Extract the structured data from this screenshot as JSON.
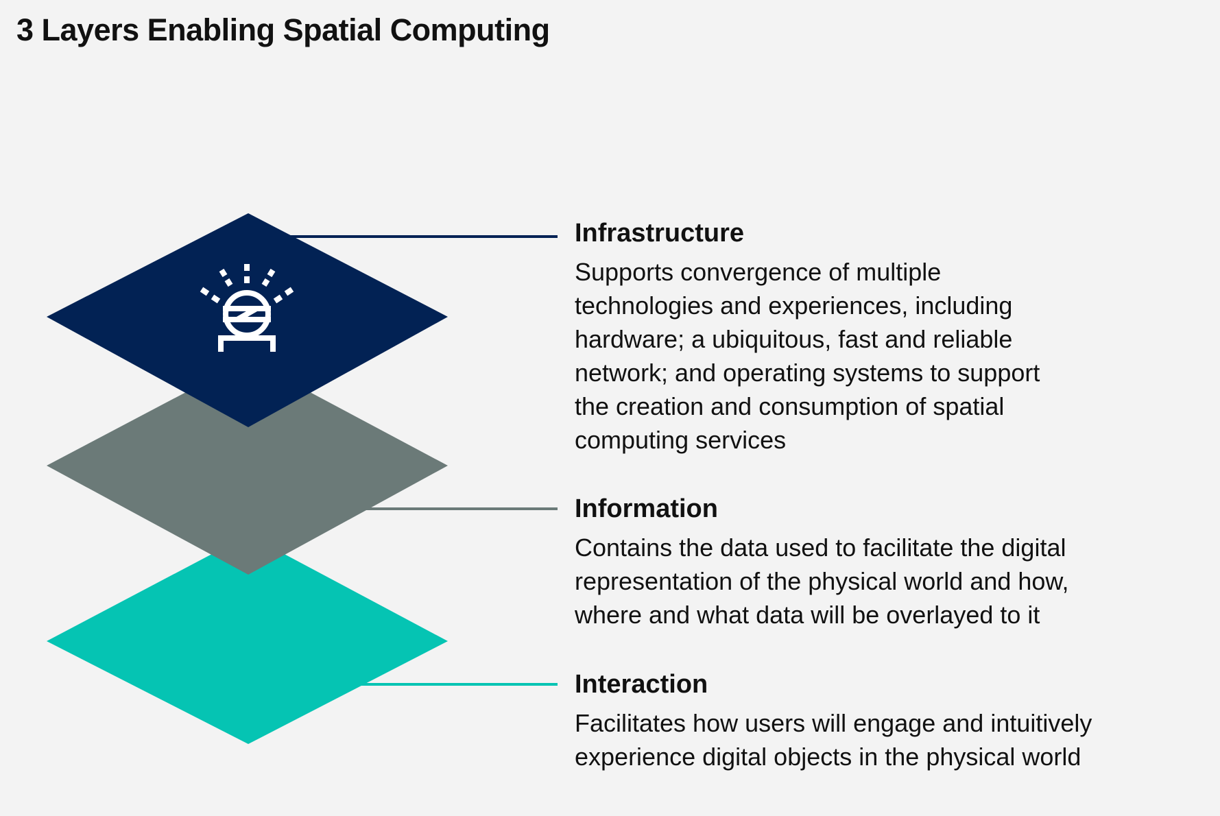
{
  "title": "3 Layers Enabling Spatial Computing",
  "colors": {
    "infrastructure": "#022254",
    "information": "#6b7a78",
    "interaction": "#05c4b3",
    "background": "#f3f3f3",
    "text": "#111111"
  },
  "layers": [
    {
      "name": "Infrastructure",
      "description": "Supports convergence of multiple\ntechnologies and experiences, including\nhardware; a ubiquitous, fast and reliable\nnetwork; and operating systems to support\nthe creation and consumption of spatial\ncomputing services",
      "icon": "headset-device-icon"
    },
    {
      "name": "Information",
      "description": "Contains the data used to facilitate the digital\nrepresentation of the physical world and how,\nwhere and what data will be overlayed to it"
    },
    {
      "name": "Interaction",
      "description": "Facilitates how users will engage and intuitively\nexperience digital objects in the physical world"
    }
  ]
}
